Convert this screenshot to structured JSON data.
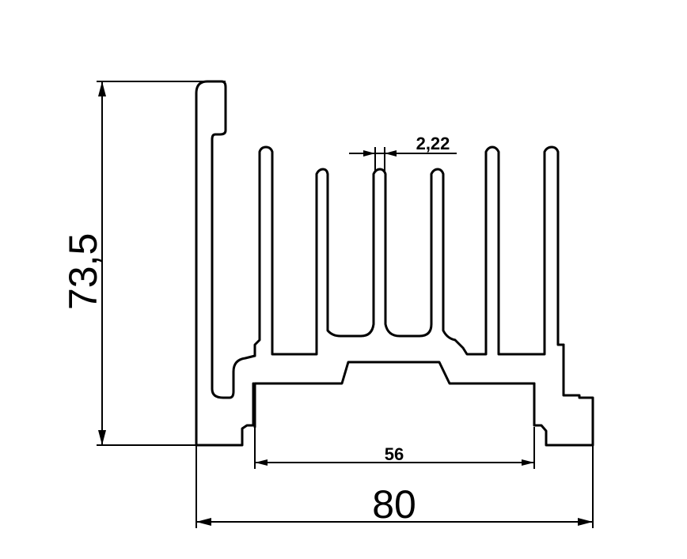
{
  "drawing": {
    "dimensions": {
      "height": "73,5",
      "width": "80",
      "base_inner": "56",
      "fin_thickness": "2,22"
    }
  }
}
